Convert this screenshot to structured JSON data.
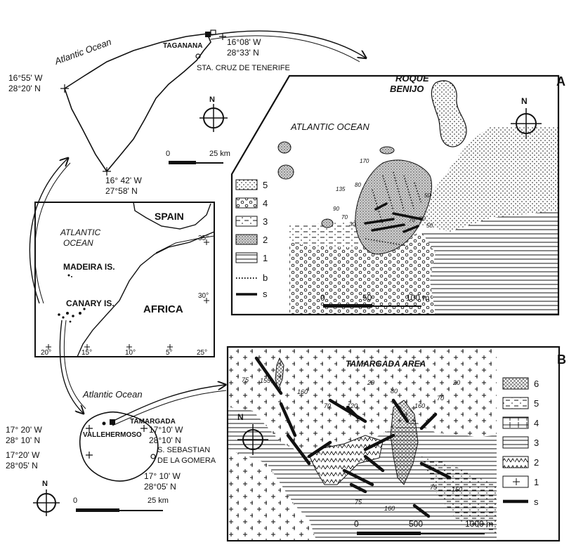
{
  "tenerife": {
    "ocean": "Atlantic Ocean",
    "coord_ne_lon": "16°08' W",
    "coord_ne_lat": "28°33' N",
    "taganana": "TAGANANA",
    "santa_cruz": "STA. CRUZ DE TENERIFE",
    "coord_w_lon": "16°55' W",
    "coord_w_lat": "28°20' N",
    "coord_s_lon": "16° 42' W",
    "coord_s_lat": "27°58' N",
    "scale_zero": "0",
    "scale_end": "25 km",
    "north": "N"
  },
  "regional": {
    "ocean_1": "ATLANTIC",
    "ocean_2": "OCEAN",
    "spain": "SPAIN",
    "madeira": "MADEIRA IS.",
    "canary": "CANARY IS.",
    "africa": "AFRICA",
    "lat_35": "35°",
    "lat_30": "30°",
    "lon_20": "20°",
    "lon_15": "15°",
    "lon_10": "10°",
    "lon_5": "5°",
    "lon_25": "25°"
  },
  "panel_a": {
    "letter": "A",
    "roque_1": "ROQUE",
    "roque_2": "BENIJO",
    "ocean": "ATLANTIC OCEAN",
    "north": "N",
    "legend": [
      {
        "label": "5",
        "pattern": "dots"
      },
      {
        "label": "4",
        "pattern": "circles"
      },
      {
        "label": "3",
        "pattern": "dashdots"
      },
      {
        "label": "2",
        "pattern": "stipple"
      },
      {
        "label": "1",
        "pattern": "hlines"
      },
      {
        "label": "b",
        "pattern": "dotline"
      },
      {
        "label": "s",
        "pattern": "thickline"
      }
    ],
    "dips": [
      "170",
      "135",
      "80",
      "50",
      "90",
      "70",
      "30",
      "70",
      "80",
      "50"
    ],
    "scale": [
      "0",
      "50",
      "100 m"
    ]
  },
  "gomera": {
    "ocean": "Atlantic Ocean",
    "tamargada": "TAMARGADA",
    "vallehermoso": "VALLEHERMOSO",
    "coord_nw_lon": "17° 20' W",
    "coord_nw_lat": "28° 10' N",
    "coord_ne_lon": "17°10' W",
    "coord_ne_lat": "28°10' N",
    "coord_w_lon": "17°20' W",
    "coord_w_lat": "28°05' N",
    "sebastian_1": "S. SEBASTIAN",
    "sebastian_2": "DE LA GOMERA",
    "coord_se_lon": "17° 10' W",
    "coord_se_lat": "28°05' N",
    "north": "N",
    "scale_zero": "0",
    "scale_end": "25 km"
  },
  "panel_b": {
    "letter": "B",
    "area": "TAMARGADA AREA",
    "north": "N",
    "legend": [
      {
        "label": "6",
        "pattern": "cross-hatch"
      },
      {
        "label": "5",
        "pattern": "dashdots"
      },
      {
        "label": "4",
        "pattern": "crosses"
      },
      {
        "label": "3",
        "pattern": "hlines"
      },
      {
        "label": "2",
        "pattern": "carets"
      },
      {
        "label": "1",
        "pattern": "plus"
      },
      {
        "label": "s",
        "pattern": "thickline"
      }
    ],
    "dips": [
      "75",
      "155",
      "160",
      "70",
      "120",
      "20",
      "80",
      "20",
      "160",
      "70",
      "75",
      "150",
      "75",
      "160"
    ],
    "scale": [
      "0",
      "500",
      "1000 m"
    ]
  }
}
